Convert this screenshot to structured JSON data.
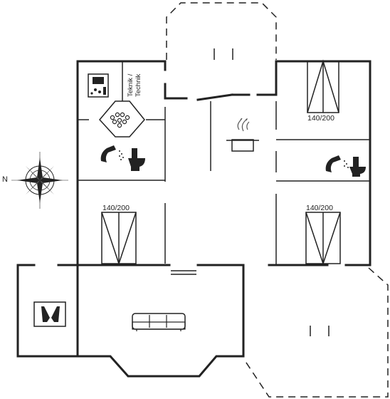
{
  "compass": {
    "north_label": "N"
  },
  "rooms": {
    "utility_label_line1": "Teknik /",
    "utility_label_line2": "Technik",
    "bedroom_ne_bed": "140/200",
    "bedroom_w_bed": "140/200",
    "bedroom_e_bed": "140/200"
  },
  "colors": {
    "wall": "#222222",
    "background": "#ffffff"
  },
  "icons": {
    "laundry": "washing-machine-icon",
    "sauna": "sauna-icon",
    "shower": "shower-icon",
    "toilet": "toilet-icon",
    "kitchen": "cooking-pot-icon",
    "sofa": "sofa-icon",
    "wine": "wine-bottles-icon",
    "compass": "compass-rose-icon"
  }
}
